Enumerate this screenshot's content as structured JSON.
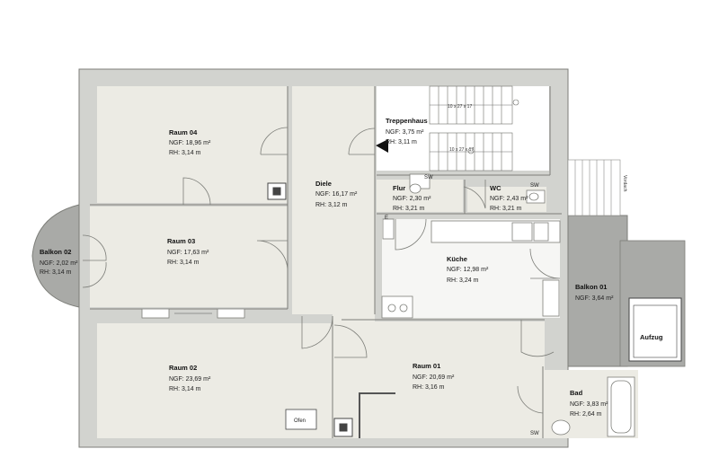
{
  "colors": {
    "floor": "#ecebe4",
    "wall": "#d2d3cf",
    "wall_stroke": "#7d7e79",
    "kitchen_floor": "#f6f6f4",
    "balcony": "#a9aaa7",
    "stairs_floor": "#ffffff"
  },
  "rooms": {
    "raum04": {
      "name": "Raum 04",
      "area": "NGF: 18,96 m²",
      "height": "RH:      3,14 m"
    },
    "raum03": {
      "name": "Raum 03",
      "area": "NGF: 17,63 m²",
      "height": "RH:      3,14 m"
    },
    "raum02": {
      "name": "Raum 02",
      "area": "NGF: 23,69 m²",
      "height": "RH:      3,14 m"
    },
    "raum01": {
      "name": "Raum 01",
      "area": "NGF: 20,69 m²",
      "height": "RH:      3,16 m"
    },
    "diele": {
      "name": "Diele",
      "area": "NGF: 16,17 m²",
      "height": "RH:      3,12 m"
    },
    "treppenhaus": {
      "name": "Treppenhaus",
      "area": "NGF: 3,75 m²",
      "height": "RH:      3,11 m"
    },
    "flur": {
      "name": "Flur",
      "area": "NGF: 2,30 m²",
      "height": "RH:      3,21 m"
    },
    "wc": {
      "name": "WC",
      "area": "NGF: 2,43 m²",
      "height": "RH:      3,21 m"
    },
    "kueche": {
      "name": "Küche",
      "area": "NGF: 12,98 m²",
      "height": "RH:      3,24 m"
    },
    "balkon01": {
      "name": "Balkon 01",
      "area": "NGF: 3,64 m²"
    },
    "balkon02": {
      "name": "Balkon 02",
      "area": "NGF: 2,02 m²",
      "height": "RH:      3,14 m"
    },
    "bad": {
      "name": "Bad",
      "area": "NGF: 3,83 m²",
      "height": "RH:      2,64 m"
    }
  },
  "labels": {
    "aufzug": "Aufzug",
    "ofen": "Ofen",
    "vordach": "Vordach",
    "sw_flur": "SW",
    "sw_wc": "SW",
    "sw_bad": "SW",
    "e": "E",
    "stairs_upper": "10 x 27 x 17",
    "stairs_lower": "10 x 27 x 17"
  }
}
